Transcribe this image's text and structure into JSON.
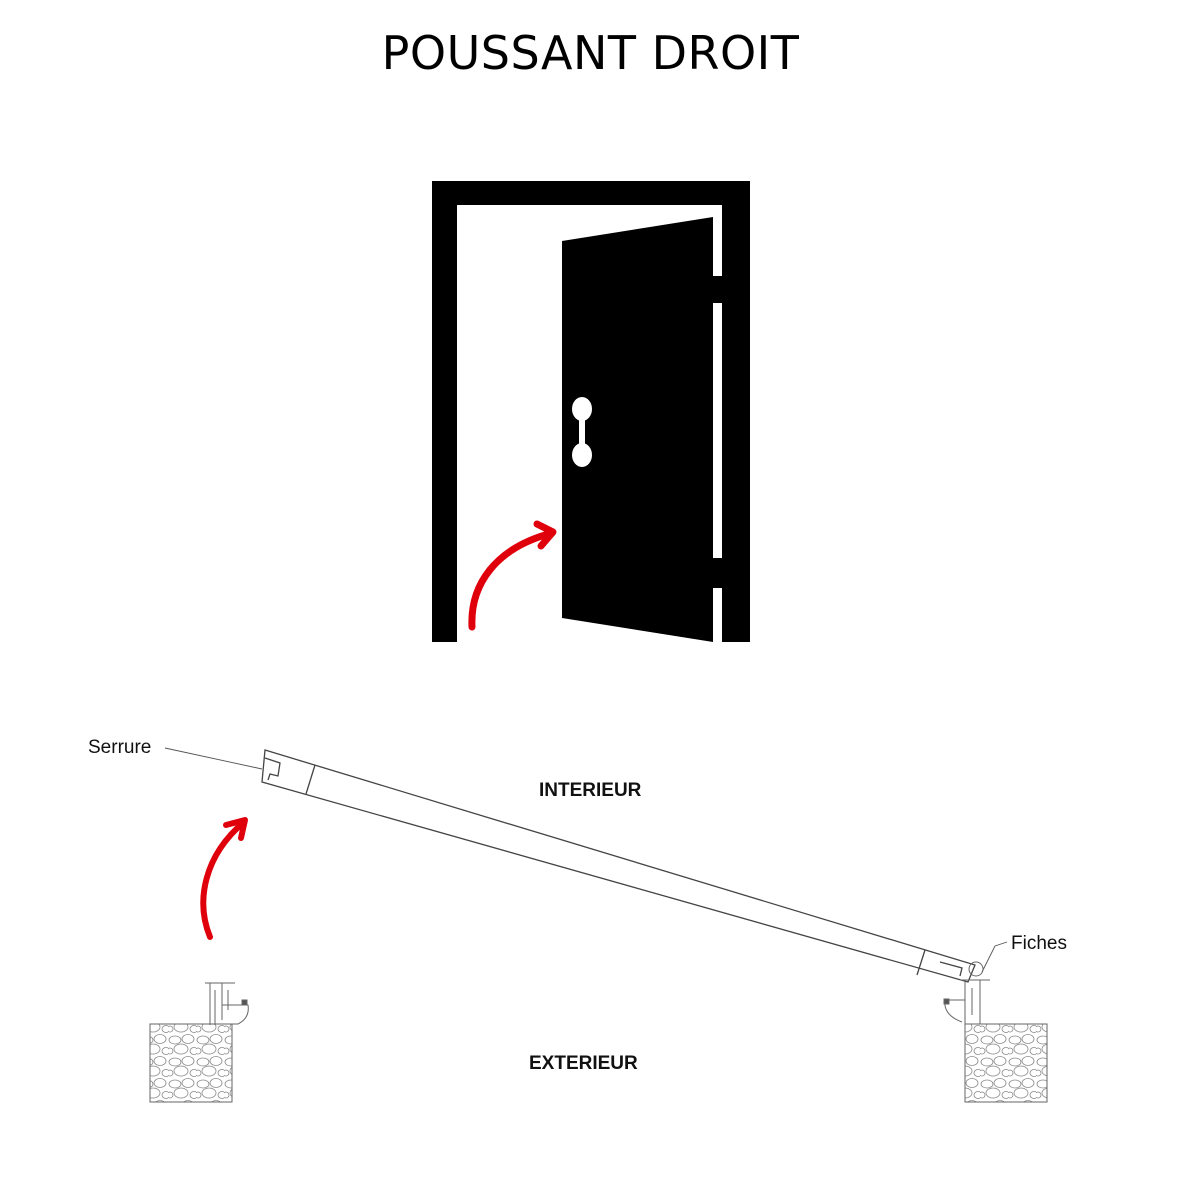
{
  "title": "POUSSANT DROIT",
  "icon": {
    "name": "open-door-icon",
    "frame_color": "#000000",
    "arrow_color": "#e0000b"
  },
  "plan": {
    "labels": {
      "lock": "Serrure",
      "hinges": "Fiches",
      "inside": "INTERIEUR",
      "outside": "EXTERIEUR"
    },
    "line_color": "#444444",
    "arrow_color": "#e0000b"
  }
}
